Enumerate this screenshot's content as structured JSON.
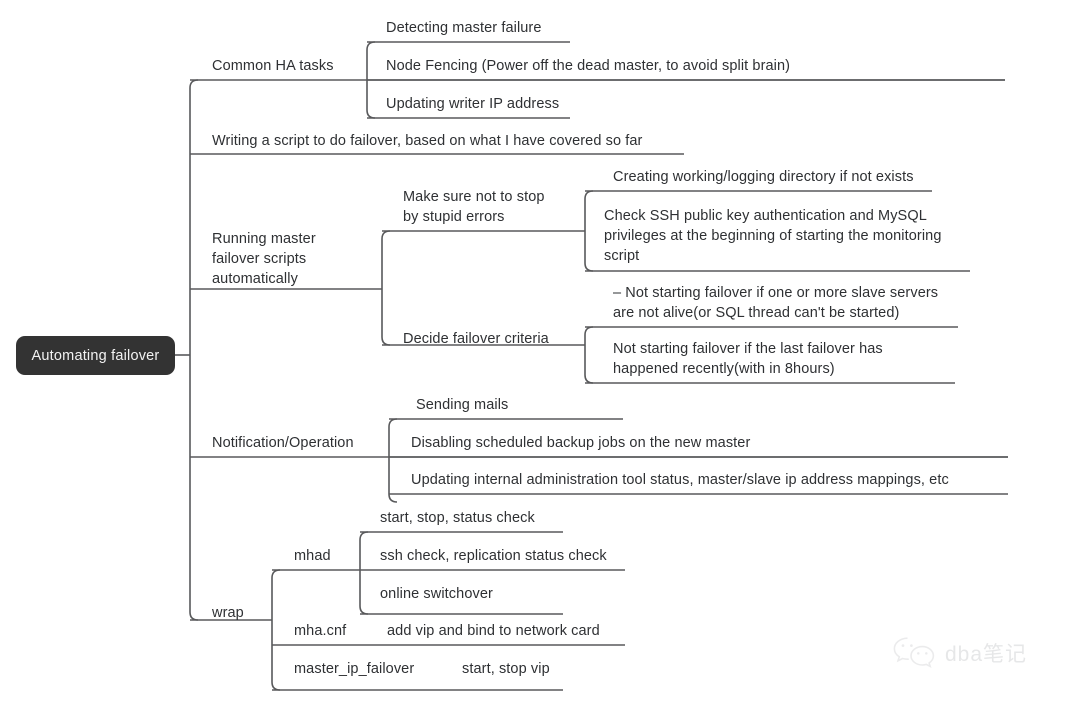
{
  "diagram": {
    "type": "mind-map",
    "title": "Automating failover",
    "root": {
      "label": "Automating failover"
    },
    "branches": [
      {
        "label": "Common HA tasks",
        "children": [
          {
            "label": "Detecting master failure"
          },
          {
            "label": "Node Fencing (Power off the dead master, to avoid split brain)"
          },
          {
            "label": "Updating writer IP address"
          }
        ]
      },
      {
        "label": "Writing a script to do failover, based on what I have covered so far",
        "children": []
      },
      {
        "label": "Running master\nfailover scripts\nautomatically",
        "children": [
          {
            "label": "Make sure not to stop\nby stupid errors",
            "children": [
              {
                "label": "Creating working/logging directory if not exists"
              },
              {
                "label": "Check SSH public key authentication and MySQL\nprivileges at the beginning of starting the monitoring\nscript"
              }
            ]
          },
          {
            "label": "Decide failover criteria",
            "children": [
              {
                "label": "– Not starting failover if one or more slave servers\nare not alive(or SQL thread can't be started)"
              },
              {
                "label": " Not starting failover if the last failover has\nhappened recently(with in 8hours)"
              }
            ]
          }
        ]
      },
      {
        "label": "Notification/Operation",
        "children": [
          {
            "label": "Sending mails"
          },
          {
            "label": "Disabling scheduled backup jobs on the new master"
          },
          {
            "label": "Updating internal administration tool status, master/slave ip address mappings, etc"
          }
        ]
      },
      {
        "label": "wrap",
        "children": [
          {
            "label": "mhad",
            "children": [
              {
                "label": "start,  stop,  status check"
              },
              {
                "label": "ssh check,  replication status check"
              },
              {
                "label": "online switchover"
              }
            ]
          },
          {
            "label": "mha.cnf",
            "value": "add vip and bind to network card"
          },
          {
            "label": "master_ip_failover",
            "value": "start, stop vip"
          }
        ]
      }
    ]
  },
  "watermark": {
    "icon": "wechat-icon",
    "text": "dba笔记"
  },
  "colors": {
    "root_fill": "#333333",
    "root_text": "#f2f2f2",
    "stroke": "#58595b",
    "text": "#2e3033",
    "background": "#ffffff",
    "watermark_text": "#cfd0d2"
  }
}
